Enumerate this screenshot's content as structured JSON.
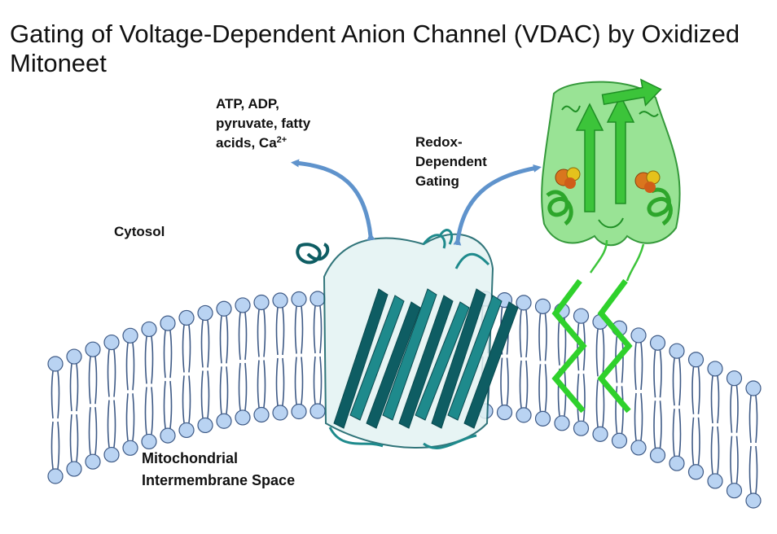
{
  "title": "Gating of Voltage-Dependent Anion Channel (VDAC) by Oxidized Mitoneet",
  "labels": {
    "metabolites_line1": "ATP, ADP,",
    "metabolites_line2": "pyruvate, fatty",
    "metabolites_line3_prefix": "acids, Ca",
    "metabolites_line3_sup": "2+",
    "redox_line1": "Redox-",
    "redox_line2": "Dependent",
    "redox_line3": "Gating",
    "cytosol": "Cytosol",
    "intermembrane_line1": "Mitochondrial",
    "intermembrane_line2": "Intermembrane Space"
  },
  "colors": {
    "lipid_head_fill": "#b9d3f2",
    "lipid_head_stroke": "#3e5a86",
    "vdac_teal": "#1e8a8c",
    "vdac_dark": "#0e5d63",
    "mitoneet_green": "#3cc43a",
    "mitoneet_dark": "#1f8f25",
    "anchor_green": "#2fd12c",
    "arrow_blue": "#5f93cc",
    "cluster_orange": "#d9761e",
    "cluster_yellow": "#e5c21c"
  }
}
